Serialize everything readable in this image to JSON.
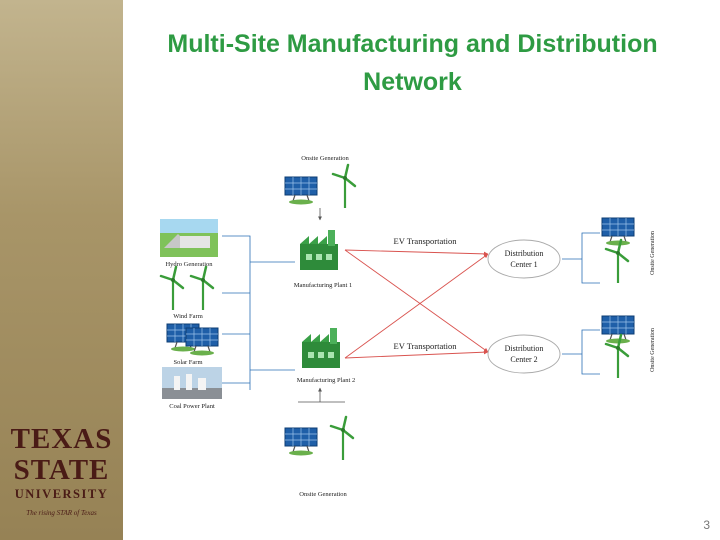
{
  "slide": {
    "title_line1": "Multi-Site Manufacturing and Distribution",
    "title_line2": "Network",
    "page_number": "3"
  },
  "logo": {
    "line1": "TEXAS",
    "line2": "STATE",
    "line3": "UNIVERSITY",
    "tagline": "The rising STAR of Texas"
  },
  "diagram": {
    "onsite_top": "Onsite Generation",
    "onsite_bottom": "Onsite Generation",
    "onsite_right_1": "Onsite Generation",
    "onsite_right_2": "Onsite Generation",
    "hydro": "Hydro Generation",
    "wind_farm": "Wind Farm",
    "solar_farm": "Solar Farm",
    "coal": "Coal Power Plant",
    "plant1": "Manufacturing Plant 1",
    "plant2": "Manufacturing Plant 2",
    "ev1": "EV Transportation",
    "ev2": "EV Transportation",
    "dc1_line1": "Distribution",
    "dc1_line2": "Center 1",
    "dc2_line1": "Distribution",
    "dc2_line2": "Center 2"
  },
  "colors": {
    "title": "#2e9b43",
    "arrow_red": "#d9534f",
    "connector_blue": "#2a6fb5",
    "logo_maroon": "#4a1b16"
  }
}
